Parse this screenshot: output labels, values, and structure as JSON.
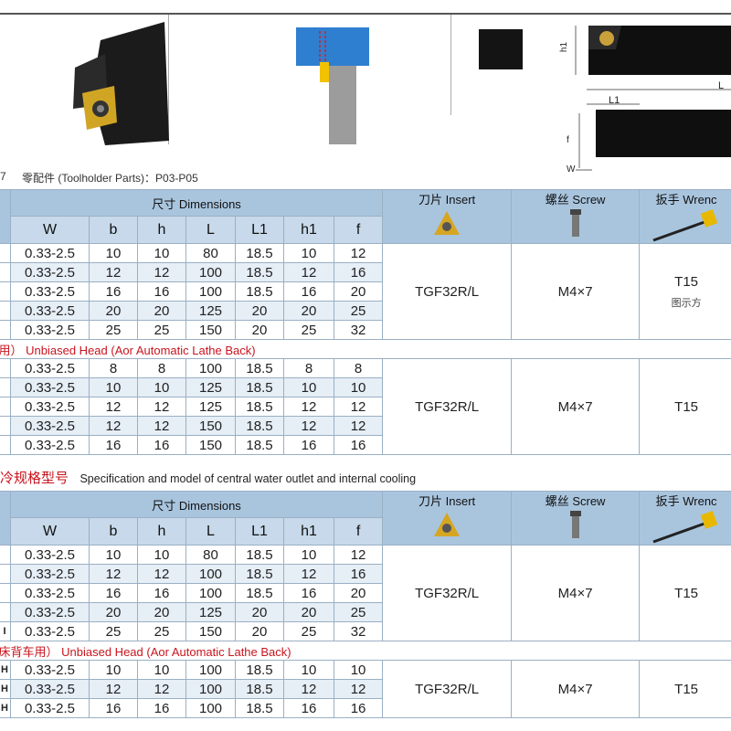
{
  "caption_top": {
    "cut_text": "7",
    "parts_label": "零配件 (Toolholder Parts)：P03-P05"
  },
  "dim_labels": {
    "h1": "h1",
    "L": "L",
    "L1": "L1",
    "f": "f",
    "W": "W"
  },
  "headers": {
    "dimensions": "尺寸 Dimensions",
    "insert": "刀片 Insert",
    "screw": "螺丝 Screw",
    "wrench": "扳手 Wrenc",
    "cols": [
      "W",
      "b",
      "h",
      "L",
      "L1",
      "h1",
      "f"
    ]
  },
  "section1": {
    "rows": [
      [
        "0.33-2.5",
        "10",
        "10",
        "80",
        "18.5",
        "10",
        "12"
      ],
      [
        "0.33-2.5",
        "12",
        "12",
        "100",
        "18.5",
        "12",
        "16"
      ],
      [
        "0.33-2.5",
        "16",
        "16",
        "100",
        "18.5",
        "16",
        "20"
      ],
      [
        "0.33-2.5",
        "20",
        "20",
        "125",
        "20",
        "20",
        "25"
      ],
      [
        "0.33-2.5",
        "25",
        "25",
        "150",
        "20",
        "25",
        "32"
      ]
    ],
    "insert": "TGF32R/L",
    "screw": "M4×7",
    "wrench": "T15",
    "note": "图示方",
    "sub_red": "用）",
    "sub_text": "Unbiased Head (Aor Automatic Lathe Back)",
    "rows2": [
      [
        "0.33-2.5",
        "8",
        "8",
        "100",
        "18.5",
        "8",
        "8"
      ],
      [
        "0.33-2.5",
        "10",
        "10",
        "125",
        "18.5",
        "10",
        "10"
      ],
      [
        "0.33-2.5",
        "12",
        "12",
        "125",
        "18.5",
        "12",
        "12"
      ],
      [
        "0.33-2.5",
        "12",
        "12",
        "150",
        "18.5",
        "12",
        "12"
      ],
      [
        "0.33-2.5",
        "16",
        "16",
        "150",
        "18.5",
        "16",
        "16"
      ]
    ],
    "insert2": "TGF32R/L",
    "screw2": "M4×7",
    "wrench2": "T15"
  },
  "section2_title": {
    "red": "冷规格型号",
    "text": "Specification and model of central water outlet and internal cooling"
  },
  "section2": {
    "rows": [
      [
        "0.33-2.5",
        "10",
        "10",
        "80",
        "18.5",
        "10",
        "12"
      ],
      [
        "0.33-2.5",
        "12",
        "12",
        "100",
        "18.5",
        "12",
        "16"
      ],
      [
        "0.33-2.5",
        "16",
        "16",
        "100",
        "18.5",
        "16",
        "20"
      ],
      [
        "0.33-2.5",
        "20",
        "20",
        "125",
        "20",
        "20",
        "25"
      ],
      [
        "0.33-2.5",
        "25",
        "25",
        "150",
        "20",
        "25",
        "32"
      ]
    ],
    "insert": "TGF32R/L",
    "screw": "M4×7",
    "wrench": "T15",
    "sub_red": "床背车用）",
    "sub_text": "Unbiased Head (Aor Automatic Lathe Back)",
    "row_prefix": "H",
    "row_prefix_last": "I",
    "rows2": [
      [
        "0.33-2.5",
        "10",
        "10",
        "100",
        "18.5",
        "10",
        "10"
      ],
      [
        "0.33-2.5",
        "12",
        "12",
        "100",
        "18.5",
        "12",
        "12"
      ],
      [
        "0.33-2.5",
        "16",
        "16",
        "100",
        "18.5",
        "16",
        "16"
      ]
    ],
    "insert2": "TGF32R/L",
    "screw2": "M4×7",
    "wrench2": "T15"
  }
}
